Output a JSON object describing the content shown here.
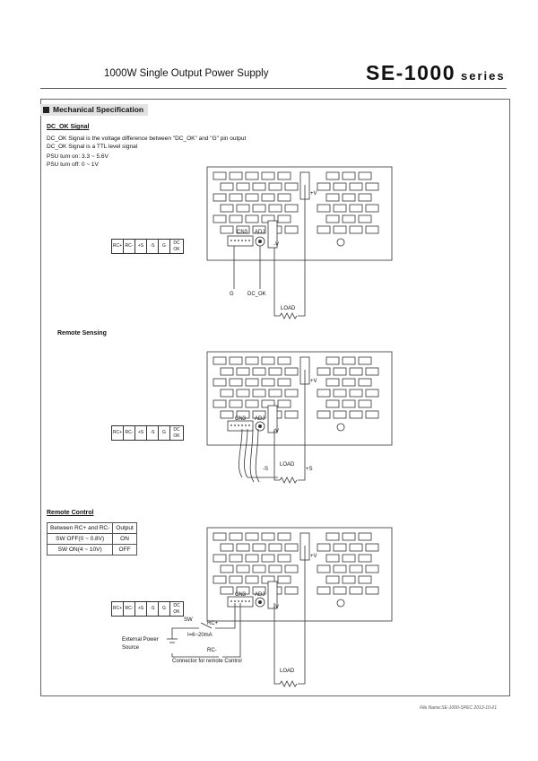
{
  "header": {
    "title": "1000W Single Output Power Supply",
    "model": "SE-1000",
    "series": "series"
  },
  "section": {
    "title": "Mechanical Specification"
  },
  "dc_ok": {
    "heading": "DC_OK Signal",
    "line1": "DC_OK Signal is the voltage difference between \"DC_OK\" and \"G\" pin output",
    "line2": "DC_OK Signal is a TTL level signal",
    "line3": "PSU turn on: 3.3 ~ 5.6V",
    "line4": "PSU turn off: 0 ~ 1V",
    "label_g": "G",
    "label_dcok": "DC_OK"
  },
  "remote_sensing": {
    "heading": "Remote Sensing"
  },
  "remote_control": {
    "heading": "Remote Control",
    "table_headers": [
      "Between RC+ and RC-",
      "Output"
    ],
    "table_rows": [
      [
        "SW OFF(0 ~ 0.8V)",
        "ON"
      ],
      [
        "SW ON(4 ~ 10V)",
        "OFF"
      ]
    ],
    "sw": "SW",
    "rc_plus": "RC+",
    "rc_minus": "RC-",
    "current": "I=6~20mA",
    "ext_power_1": "External Power",
    "ext_power_2": "Source",
    "connector_note": "Connector for remote Control"
  },
  "pins": [
    "RC+",
    "RC-",
    "+S",
    "-S",
    "G",
    "DC OK"
  ],
  "diagram_labels": {
    "cn3": "CN3",
    "adj": "ADJ",
    "plus_v": "+V",
    "minus_v": "-V",
    "load": "LOAD",
    "minus_s": "-S",
    "plus_s": "+S",
    "plus": "+",
    "minus": "–"
  },
  "footer": {
    "text": "File Name:SE-1000-SPEC   2013-10-21"
  }
}
